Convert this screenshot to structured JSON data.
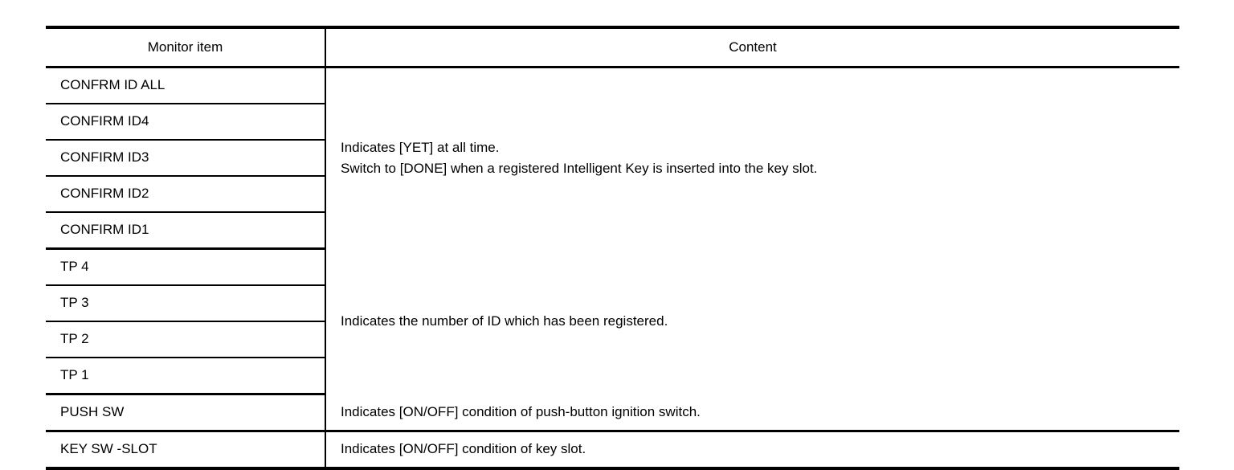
{
  "table": {
    "columns": [
      {
        "key": "monitor_item",
        "label": "Monitor item",
        "align": "center"
      },
      {
        "key": "content",
        "label": "Content",
        "align": "center"
      }
    ],
    "groups": [
      {
        "id": "confirm-id-group",
        "items": [
          "CONFRM ID ALL",
          "CONFIRM ID4",
          "CONFIRM ID3",
          "CONFIRM ID2",
          "CONFIRM ID1"
        ],
        "content_lines": [
          "Indicates [YET] at all time.",
          "Switch to [DONE] when a registered Intelligent Key is inserted into the key slot."
        ]
      },
      {
        "id": "tp-group",
        "items": [
          "TP 4",
          "TP 3",
          "TP 2",
          "TP 1"
        ],
        "content_lines": [
          "Indicates the number of ID which has been registered."
        ]
      },
      {
        "id": "push-sw-group",
        "items": [
          "PUSH SW"
        ],
        "content_lines": [
          "Indicates [ON/OFF] condition of push-button ignition switch."
        ]
      },
      {
        "id": "key-sw-slot-group",
        "items": [
          "KEY SW -SLOT"
        ],
        "content_lines": [
          "Indicates [ON/OFF] condition of key slot."
        ]
      }
    ]
  },
  "colors": {
    "rule": "#000000",
    "text": "#000000",
    "background": "#ffffff"
  }
}
